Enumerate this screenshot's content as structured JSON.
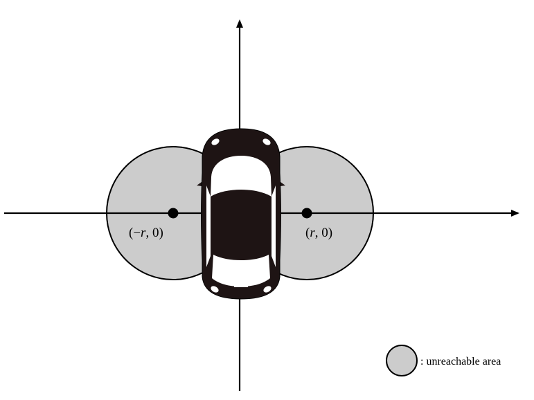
{
  "points": {
    "left": {
      "open": "(",
      "sign": "−",
      "var": "r",
      "rest": ", 0)"
    },
    "right": {
      "open": "(",
      "var": "r",
      "rest": ", 0)"
    }
  },
  "legend": {
    "label": ": unreachable area"
  },
  "colors": {
    "region_fill": "#cccccc",
    "stroke": "#000000",
    "car_body": "#1e1414",
    "car_glass": "#ffffff"
  }
}
